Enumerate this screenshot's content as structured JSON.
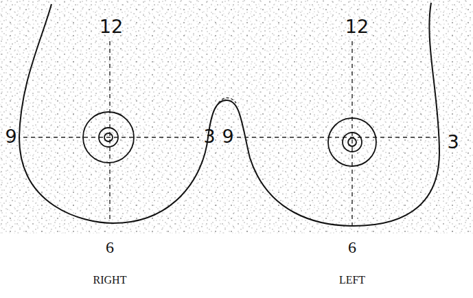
{
  "diagram": {
    "labels": [
      "12",
      "9",
      "3",
      "6",
      "12",
      "9",
      "3",
      "6",
      "RIGHT",
      "LEFT"
    ]
  }
}
